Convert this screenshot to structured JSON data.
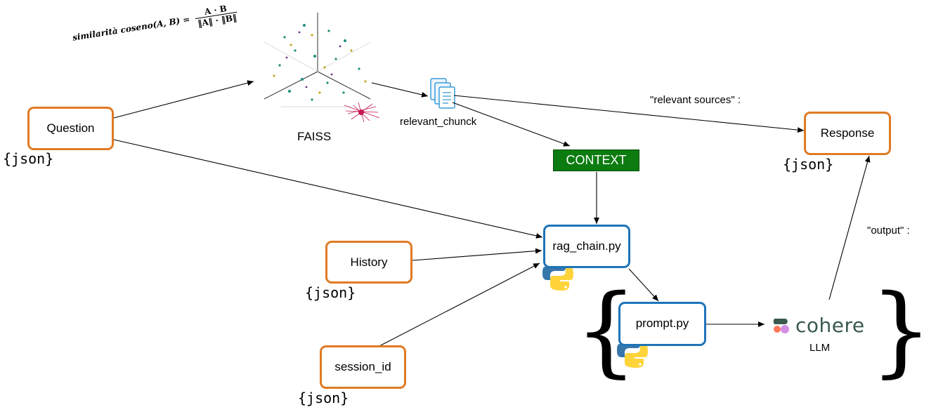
{
  "formula": {
    "lhs": "similarità coseno(A, B) =",
    "numerator": "A · B",
    "denominator": "‖A‖ · ‖B‖"
  },
  "nodes": {
    "question": "Question",
    "history": "History",
    "session_id": "session_id",
    "response": "Response",
    "rag_chain": "rag_chain.py",
    "prompt": "prompt.py",
    "context": "CONTEXT"
  },
  "json_tag": "{json}",
  "labels": {
    "faiss": "FAISS",
    "relevant_chunk": "relevant_chunck",
    "relevant_sources": "\"relevant sources\" :",
    "output": "\"output\" :",
    "llm": "LLM"
  },
  "cohere": {
    "wordmark": "cohere",
    "colors": {
      "green": "#39594d",
      "coral": "#ff7759",
      "purple": "#d18ee2"
    }
  },
  "colors": {
    "orange_border": "#e07a23",
    "blue_border": "#1f74b8",
    "context_bg": "#0c7c11",
    "python_blue": "#3776ab",
    "python_yellow": "#ffd43b"
  },
  "icons": [
    "faiss-scatter-icon",
    "document-stack-icon",
    "python-icon",
    "cohere-logo-icon"
  ]
}
